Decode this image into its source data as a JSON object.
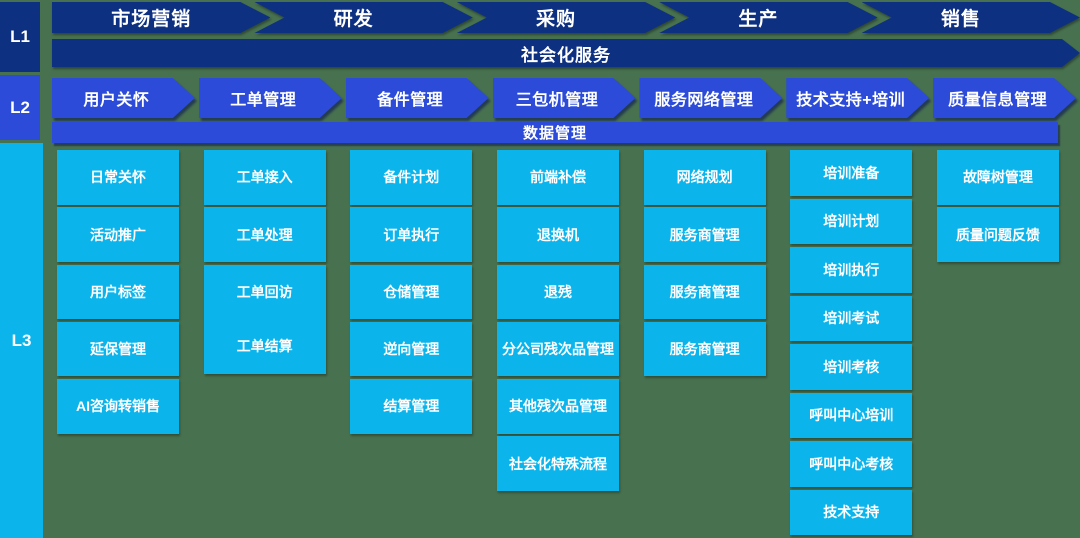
{
  "colors": {
    "background": "#47714f",
    "level1_navy": "#0e3080",
    "level2_royal_blue": "#2b4bd8",
    "level3_cyan": "#0cb4ec",
    "text": "#ffffff"
  },
  "levels": {
    "l1_label": "L1",
    "l2_label": "L2",
    "l3_label": "L3"
  },
  "l1": {
    "arrows": [
      "市场营销",
      "研发",
      "采购",
      "生产",
      "销售"
    ],
    "bar": "社会化服务"
  },
  "l2": {
    "arrows": [
      "用户关怀",
      "工单管理",
      "备件管理",
      "三包机管理",
      "服务网络管理",
      "技术支持+培训",
      "质量信息管理"
    ],
    "bar": "数据管理"
  },
  "l3": {
    "columns": [
      {
        "parent": "用户关怀",
        "boxes": [
          {
            "label": "日常关怀"
          },
          {
            "label": "活动推广"
          },
          {
            "label": "用户标签"
          },
          {
            "label": "延保管理"
          },
          {
            "label": "AI咨询转销售"
          }
        ]
      },
      {
        "parent": "工单管理",
        "boxes": [
          {
            "label": "工单接入"
          },
          {
            "label": "工单处理"
          },
          {
            "label": "工单回访"
          },
          {
            "label": "工单结算",
            "attached": true
          }
        ]
      },
      {
        "parent": "备件管理",
        "boxes": [
          {
            "label": "备件计划"
          },
          {
            "label": "订单执行"
          },
          {
            "label": "仓储管理"
          },
          {
            "label": "逆向管理"
          },
          {
            "label": "结算管理"
          }
        ]
      },
      {
        "parent": "三包机管理",
        "boxes": [
          {
            "label": "前端补偿"
          },
          {
            "label": "退换机"
          },
          {
            "label": "退残"
          },
          {
            "label": "分公司残次品管理"
          },
          {
            "label": "其他残次品管理"
          },
          {
            "label": "社会化特殊流程"
          }
        ]
      },
      {
        "parent": "服务网络管理",
        "boxes": [
          {
            "label": "网络规划"
          },
          {
            "label": "服务商管理"
          },
          {
            "label": "服务商管理"
          },
          {
            "label": "服务商管理"
          }
        ]
      },
      {
        "parent": "技术支持+培训",
        "boxes": [
          {
            "label": "培训准备"
          },
          {
            "label": "培训计划"
          },
          {
            "label": "培训执行"
          },
          {
            "label": "培训考试"
          },
          {
            "label": "培训考核"
          },
          {
            "label": "呼叫中心培训"
          },
          {
            "label": "呼叫中心考核"
          },
          {
            "label": "技术支持"
          }
        ]
      },
      {
        "parent": "质量信息管理",
        "boxes": [
          {
            "label": "故障树管理"
          },
          {
            "label": "质量问题反馈"
          }
        ]
      }
    ]
  }
}
